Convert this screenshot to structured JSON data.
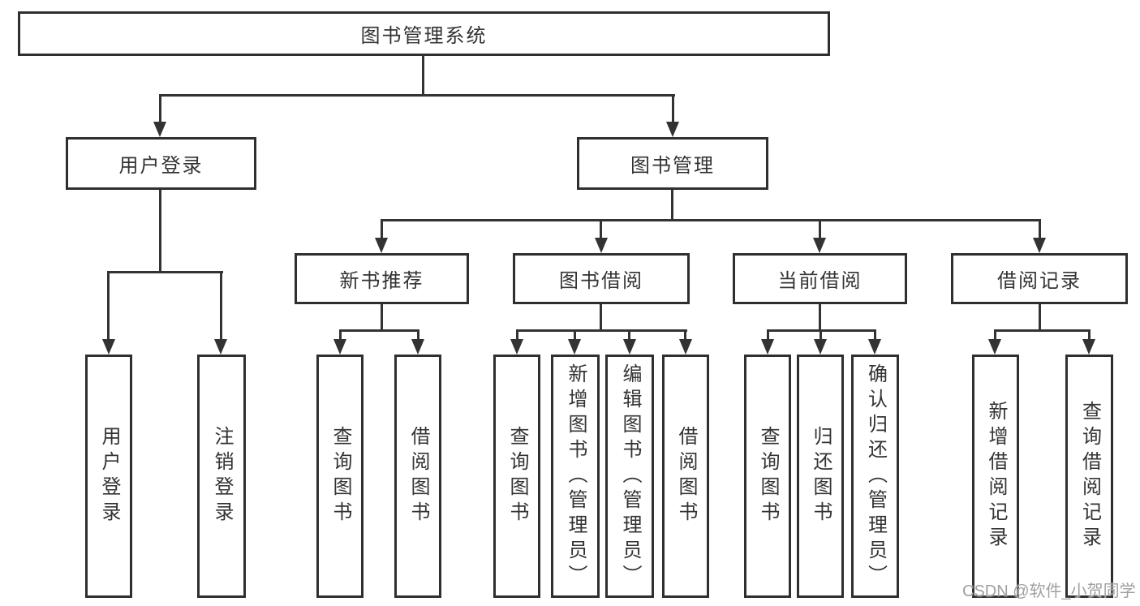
{
  "diagram": {
    "root": {
      "label": "图书管理系统"
    },
    "branches": [
      {
        "label": "用户登录",
        "children": [
          {
            "label": "用户登录"
          },
          {
            "label": "注销登录"
          }
        ]
      },
      {
        "label": "图书管理",
        "children": [
          {
            "label": "新书推荐",
            "children": [
              {
                "label": "查询图书"
              },
              {
                "label": "借阅图书"
              }
            ]
          },
          {
            "label": "图书借阅",
            "children": [
              {
                "label": "查询图书"
              },
              {
                "label": "新增图书（管理员）"
              },
              {
                "label": "编辑图书（管理员）"
              },
              {
                "label": "借阅图书"
              }
            ]
          },
          {
            "label": "当前借阅",
            "children": [
              {
                "label": "查询图书"
              },
              {
                "label": "归还图书"
              },
              {
                "label": "确认归还（管理员）"
              }
            ]
          },
          {
            "label": "借阅记录",
            "children": [
              {
                "label": "新增借阅记录"
              },
              {
                "label": "查询借阅记录"
              }
            ]
          }
        ]
      }
    ]
  },
  "watermark": {
    "text": "CSDN @软件_小贺同学"
  },
  "colors": {
    "line": "#333333",
    "border": "#2f2f2f",
    "text": "#333333",
    "watermark": "#a0a0a0",
    "background": "#ffffff"
  }
}
